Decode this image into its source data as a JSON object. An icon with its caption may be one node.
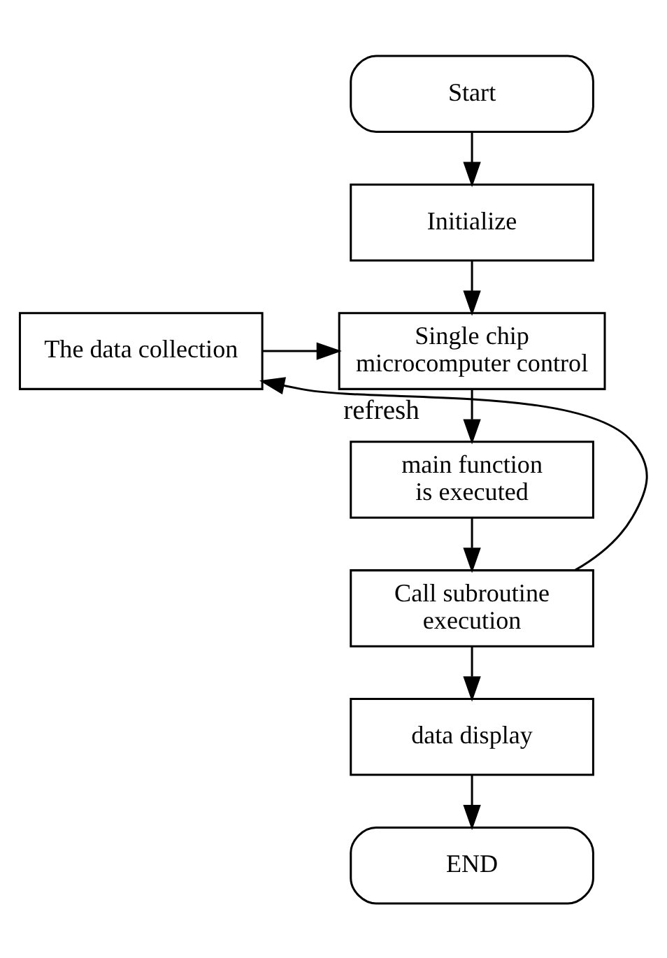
{
  "diagram": {
    "nodes": [
      {
        "text": [
          "Start"
        ]
      },
      {
        "text": [
          "Initialize"
        ]
      },
      {
        "text": [
          "The data collection"
        ]
      },
      {
        "text": [
          "Single chip microcomputer control"
        ]
      },
      {
        "text": [
          "main function is executed"
        ]
      },
      {
        "text": [
          "Call subroutine execution"
        ]
      },
      {
        "text": [
          "data display"
        ]
      },
      {
        "text": [
          "END"
        ]
      }
    ],
    "edges": [
      {
        "from": 0,
        "to": 1,
        "arrow": "to"
      },
      {
        "from": 1,
        "to": 3,
        "arrow": "to"
      },
      {
        "from": 2,
        "to": 3,
        "arrow": "to"
      },
      {
        "from": 3,
        "to": 4,
        "arrow": "to"
      },
      {
        "from": 4,
        "to": 5,
        "arrow": "to"
      },
      {
        "from": 5,
        "to": 6,
        "arrow": "to"
      },
      {
        "from": 5,
        "to": 2,
        "arrow": "to",
        "label": "refresh"
      },
      {
        "from": 6,
        "to": 7,
        "arrow": "to"
      }
    ]
  }
}
